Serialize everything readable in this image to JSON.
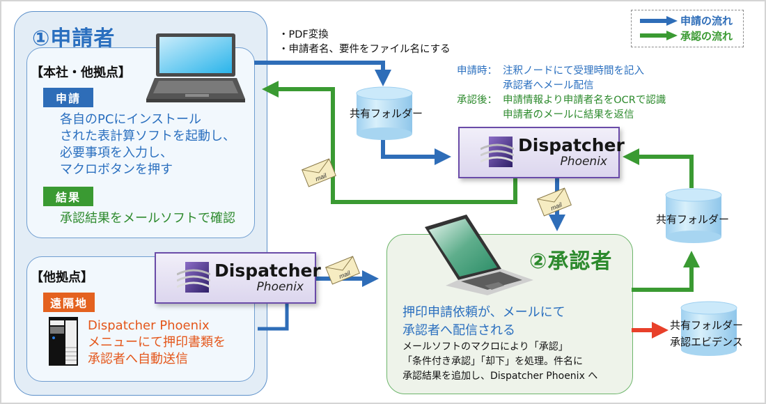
{
  "legend": {
    "items": [
      {
        "label": "申請の流れ",
        "color": "#2e6db8"
      },
      {
        "label": "承認の流れ",
        "color": "#3a9a32"
      }
    ]
  },
  "applicant": {
    "title": "①申請者",
    "head_office": {
      "label": "【本社・他拠点】",
      "apply_tag": "申請",
      "apply_text": "各自のPCにインストール\nされた表計算ソフトを起動し、\n必要事項を入力し、\nマクロボタンを押す",
      "result_tag": "結果",
      "result_text": "承認結果をメールソフトで確認"
    },
    "branch": {
      "label": "【他拠点】",
      "remote_tag": "遠隔地",
      "remote_text": "Dispatcher Phoenix\nメニューにて押印書類を\n承認者へ自動送信"
    }
  },
  "approver": {
    "title": "②承認者",
    "headline": "押印申請依頼が、メールにて\n承認者へ配信される",
    "detail": "メールソフトのマクロにより「承認」\n「条件付き承認」「却下」を処理。件名に\n承認結果を追加し、Dispatcher Phoenix へ"
  },
  "notes": {
    "pdf": "・PDF変換\n・申請者名、要件をファイル名にする",
    "on_apply_label": "申請時：",
    "on_apply_text": "注釈ノードにて受理時間を記入\n承認者へメール配信",
    "after_approval_label": "承認後：",
    "after_approval_text": "申請情報より申請者名をOCRで認識\n申請者のメールに結果を返信"
  },
  "dispatcher": {
    "name": "Dispatcher",
    "sub": "Phoenix"
  },
  "folders": {
    "shared_1": "共有フォルダー",
    "shared_2": "共有フォルダー",
    "evidence_line1": "共有フォルダー",
    "evidence_line2": "承認エビデンス"
  },
  "mail_label": "mail",
  "colors": {
    "apply_flow": "#2e6db8",
    "approve_flow": "#3a9a32",
    "evidence_flow": "#e8402a",
    "dispatcher_border": "#6a4ba8"
  }
}
